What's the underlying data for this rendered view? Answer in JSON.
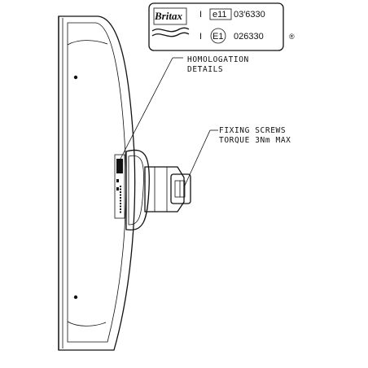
{
  "plate": {
    "brand": "Britax",
    "row1_roman": "I",
    "row1_mark": "e11",
    "row1_code": "03′6330",
    "row2_roman": "I",
    "row2_mark": "E1",
    "row2_code": "026330",
    "registered_symbol": "®"
  },
  "callouts": {
    "homologation_line1": "HOMOLOGATION",
    "homologation_line2": "DETAILS",
    "fixing_line1": "FIXING SCREWS",
    "fixing_line2": "TORQUE 3Nm MAX"
  }
}
